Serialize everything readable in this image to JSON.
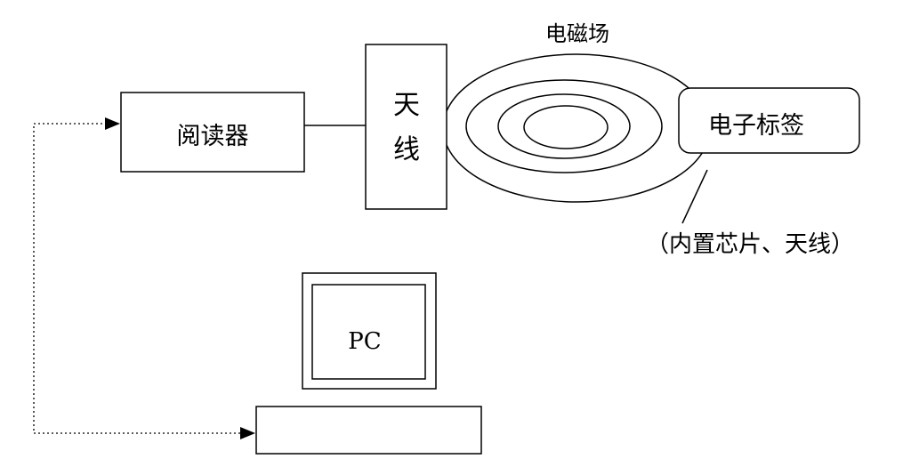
{
  "diagram": {
    "reader_label": "阅读器",
    "antenna_label_top": "天",
    "antenna_label_bottom": "线",
    "field_label": "电磁场",
    "tag_label": "电子标签",
    "tag_note": "（内置芯片、天线）",
    "pc_label": "PC"
  },
  "colors": {
    "stroke": "#000000",
    "background": "#ffffff"
  }
}
